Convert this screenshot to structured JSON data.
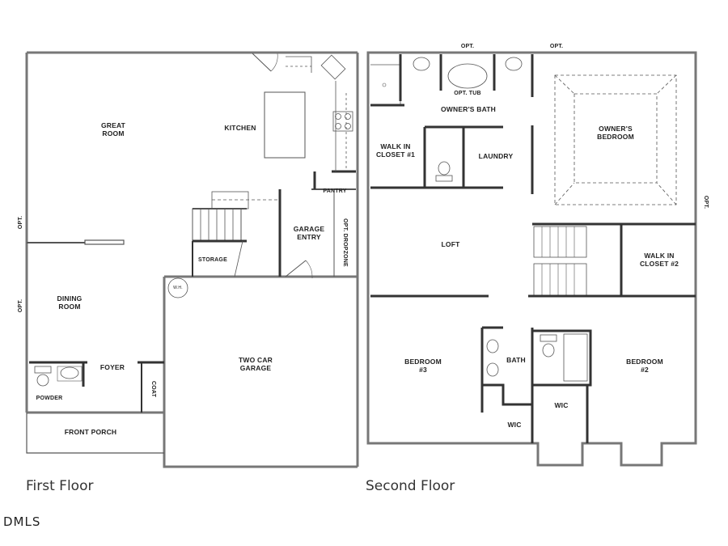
{
  "first_floor": {
    "title": "First Floor",
    "rooms": {
      "great_room": "GREAT\nROOM",
      "kitchen": "KITCHEN",
      "pantry": "PANTRY",
      "garage_entry": "GARAGE\nENTRY",
      "opt_dropzone": "OPT. DROPZONE",
      "storage": "STORAGE",
      "dining_room": "DINING\nROOM",
      "foyer": "FOYER",
      "coat": "COAT",
      "powder": "POWDER",
      "front_porch": "FRONT PORCH",
      "two_car_garage": "TWO CAR\nGARAGE",
      "water_heater": "W.H."
    },
    "opt_labels": [
      "OPT.",
      "OPT."
    ]
  },
  "second_floor": {
    "title": "Second Floor",
    "rooms": {
      "owners_bath": "OWNER'S BATH",
      "opt_tub": "OPT. TUB",
      "owners_bedroom": "OWNER'S\nBEDROOM",
      "walk_in_closet_1": "WALK IN\nCLOSET #1",
      "laundry": "LAUNDRY",
      "loft": "LOFT",
      "walk_in_closet_2": "WALK IN\nCLOSET #2",
      "bedroom_3": "BEDROOM\n#3",
      "bath": "BATH",
      "bedroom_2": "BEDROOM\n#2",
      "wic_left": "WIC",
      "wic_right": "WIC"
    },
    "opt_labels": [
      "OPT.",
      "OPT.",
      "OPT."
    ]
  },
  "watermark": "DMLS"
}
